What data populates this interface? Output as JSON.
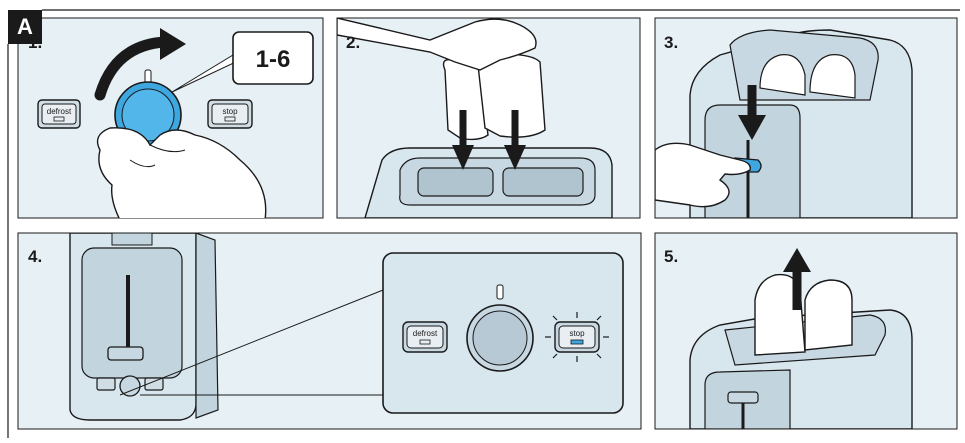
{
  "section_label": "A",
  "steps": [
    {
      "number": "1.",
      "callout": "1-6",
      "buttons": {
        "left": "defrost",
        "right": "stop"
      }
    },
    {
      "number": "2."
    },
    {
      "number": "3."
    },
    {
      "number": "4.",
      "buttons": {
        "left": "defrost",
        "right": "stop"
      }
    },
    {
      "number": "5."
    }
  ],
  "colors": {
    "dial_blue": "#3ea7e0",
    "lever_blue": "#3ea7e0",
    "panel_bg": "#e6f0f5",
    "outline": "#1a1a1a",
    "toaster_fill": "#d8e6ee"
  }
}
